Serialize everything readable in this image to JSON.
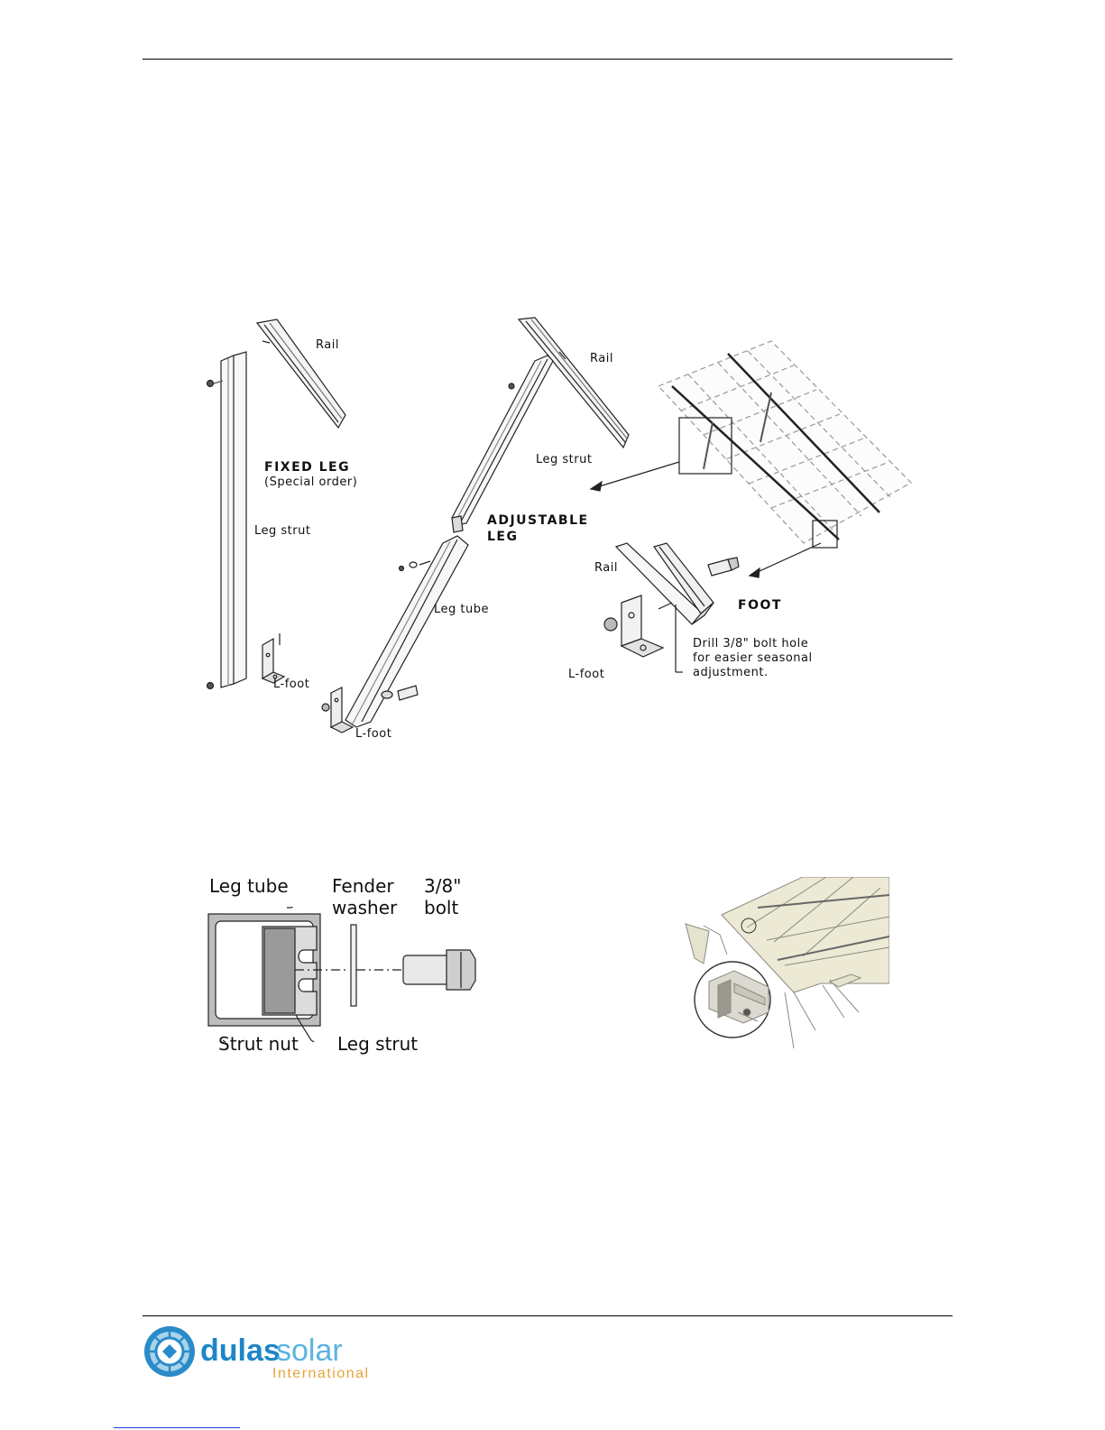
{
  "figure1": {
    "fixed_leg": {
      "rail_label": "Rail",
      "title": "FIXED LEG",
      "subtitle": "(Special order)",
      "strut_label": "Leg strut",
      "foot_label": "L-foot"
    },
    "adjustable_leg": {
      "rail_label": "Rail",
      "strut_label": "Leg strut",
      "title_line1": "ADJUSTABLE",
      "title_line2": "LEG",
      "tube_label": "Leg tube",
      "foot_label": "L-foot"
    },
    "foot_detail": {
      "rail_label": "Rail",
      "title": "FOOT",
      "note_line1": "Drill 3/8\" bolt hole",
      "note_line2": "for easier seasonal",
      "note_line3": "adjustment.",
      "foot_label": "L-foot"
    }
  },
  "figure2": {
    "leg_tube": "Leg tube",
    "fender_line1": "Fender",
    "fender_line2": "washer",
    "bolt_line1": "3/8\"",
    "bolt_line2": "bolt",
    "strut_nut": "Strut nut",
    "leg_strut": "Leg strut"
  },
  "footer": {
    "logo_word1": "dulas",
    "logo_word2": "solar",
    "logo_word3": "International"
  }
}
